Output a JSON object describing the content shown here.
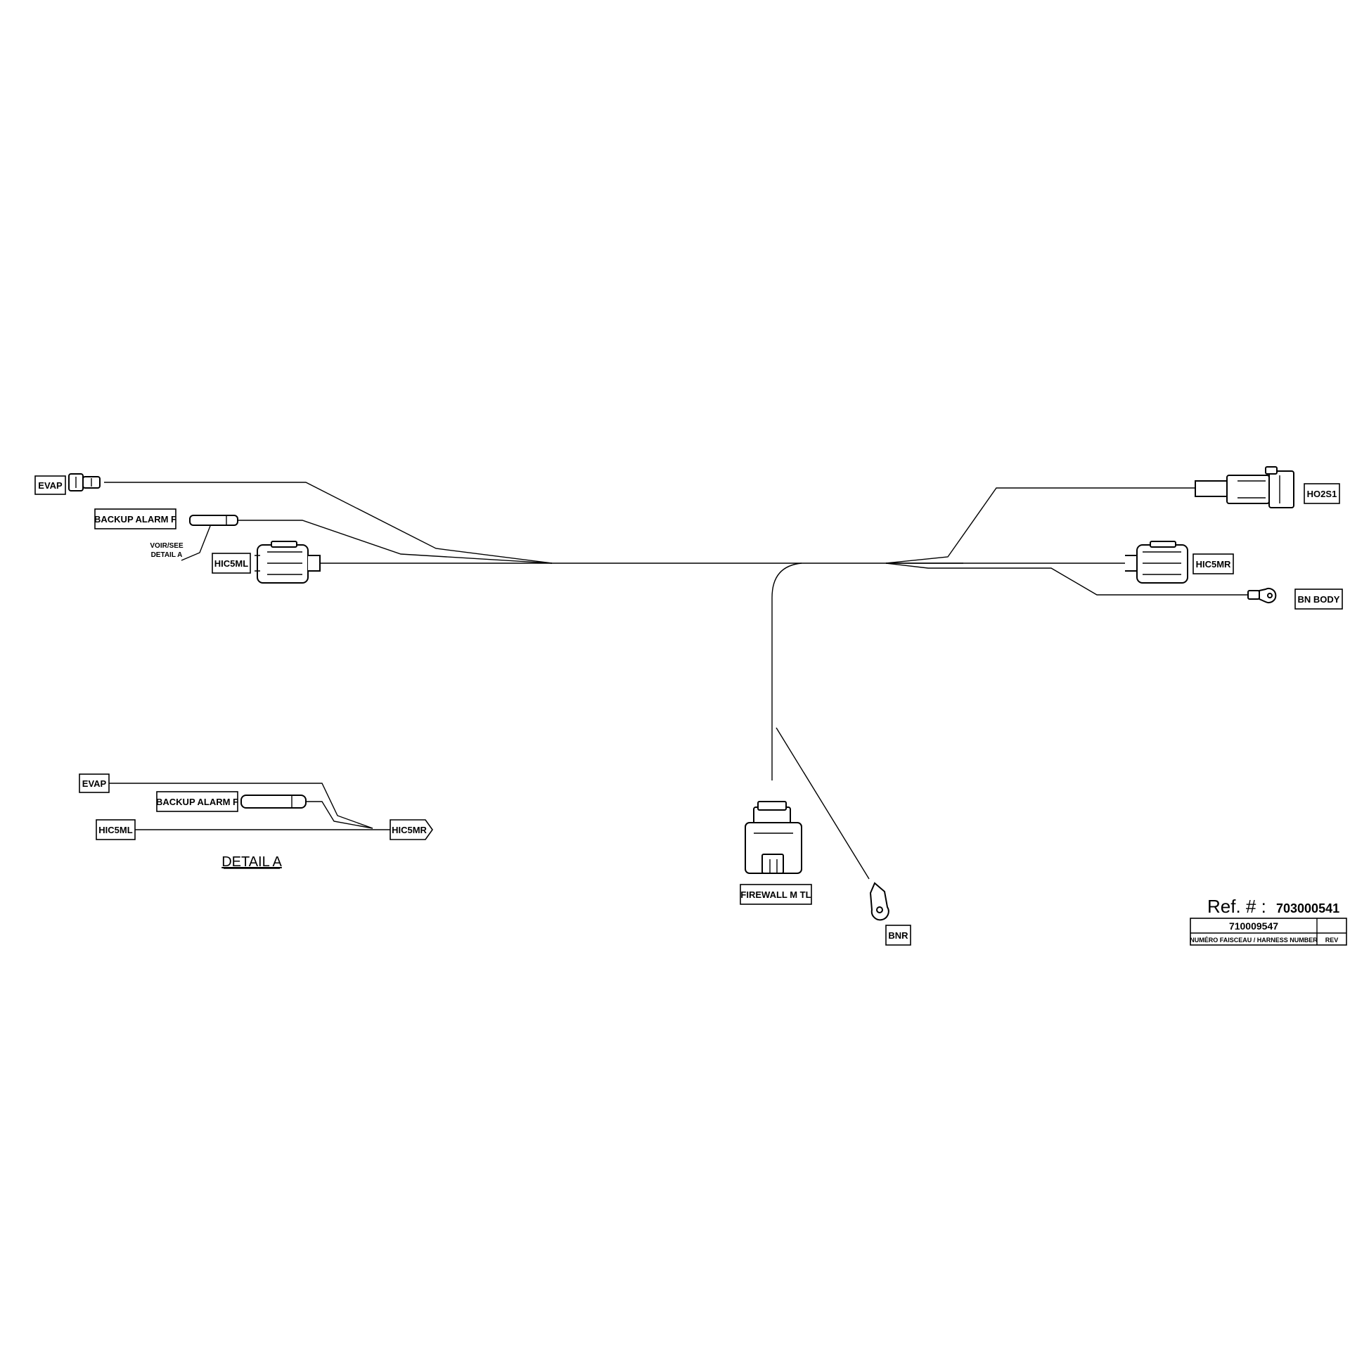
{
  "connectors": {
    "evap": "EVAP",
    "backup_alarm": "BACKUP  ALARM  F",
    "hic5ml": "HIC5ML",
    "ho2s1": "HO2S1",
    "hic5mr": "HIC5MR",
    "bn_body": "BN  BODY",
    "firewall": "FIREWALL  M  TL",
    "bnr": "BNR"
  },
  "note": {
    "line1": "VOIR/SEE",
    "line2": "DETAIL A"
  },
  "detail": {
    "title": "DETAIL A",
    "evap": "EVAP",
    "backup_alarm": "BACKUP  ALARM  F",
    "hic5ml": "HIC5ML",
    "hic5mr": "HIC5MR"
  },
  "title_block": {
    "ref_label": "Ref. # :",
    "ref_number": "703000541",
    "harness_number": "710009547",
    "harness_caption": "NUMÉRO FAISCEAU / HARNESS NUMBER",
    "rev_caption": "REV"
  }
}
